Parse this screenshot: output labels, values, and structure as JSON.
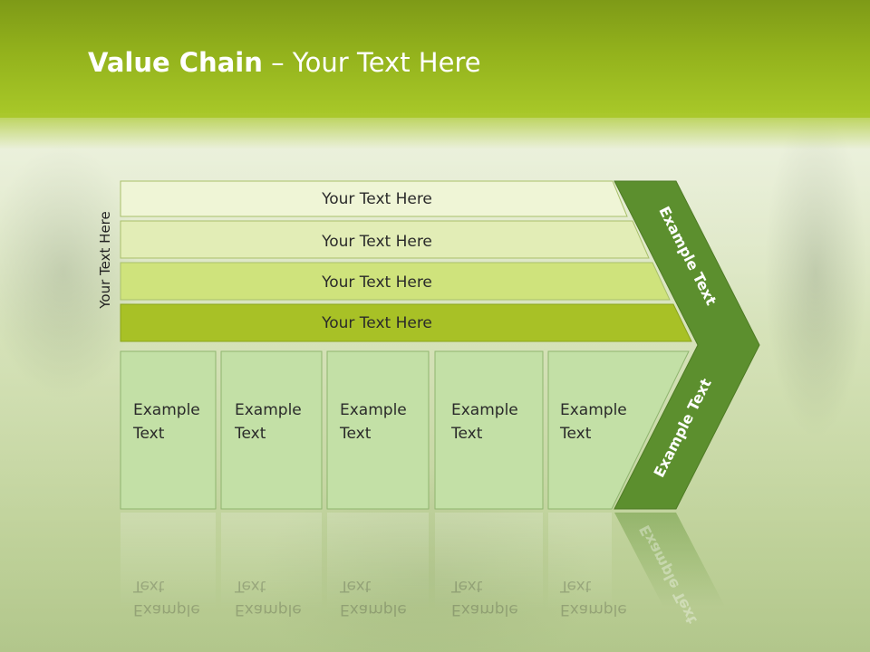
{
  "title": {
    "bold": "Value Chain",
    "rest": " – Your Text Here"
  },
  "side_label": "Your Text Here",
  "bars": [
    "Your Text Here",
    "Your Text Here",
    "Your Text Here",
    "Your Text Here"
  ],
  "boxes": [
    {
      "line1": "Example",
      "line2": "Text"
    },
    {
      "line1": "Example",
      "line2": "Text"
    },
    {
      "line1": "Example",
      "line2": "Text"
    },
    {
      "line1": "Example",
      "line2": "Text"
    },
    {
      "line1": "Example",
      "line2": "Text"
    }
  ],
  "chevron": {
    "upper": "Example Text",
    "lower": "Example Text"
  },
  "colors": {
    "title_bar": "#93b21c",
    "bar_1": "#eff5d6",
    "bar_2": "#e2edb6",
    "bar_3": "#cfe37c",
    "bar_4": "#a8c126",
    "boxes": "#c3e0a6",
    "chevron": "#5c8f2e"
  }
}
